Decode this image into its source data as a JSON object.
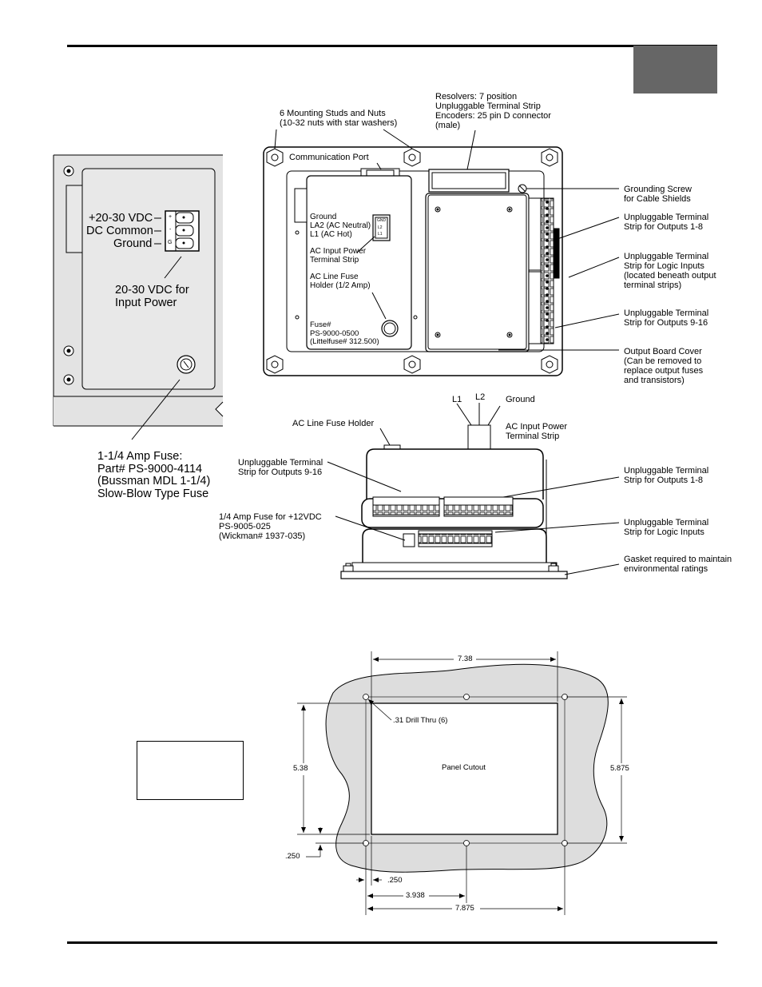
{
  "inset": {
    "vdc_label": "+20-30 VDC",
    "common_label": "DC Common",
    "ground_label": "Ground",
    "pin_plus": "+",
    "pin_minus": "-",
    "pin_g": "G",
    "power_note": "20-30 VDC for\nInput Power",
    "fuse_note": "1-1/4 Amp Fuse:\nPart# PS-9000-4114\n(Bussman MDL 1-1/4)\nSlow-Blow Type Fuse"
  },
  "rear_view": {
    "studs": "6 Mounting Studs and Nuts\n(10-32 nuts with star washers)",
    "resolvers": "Resolvers: 7 position\nUnpluggable Terminal Strip\nEncoders: 25 pin D connector\n(male)",
    "comm_port": "Communication Port",
    "ground_screw": "Grounding Screw\nfor Cable Shields",
    "outputs_1_8": "Unpluggable Terminal\nStrip for Outputs 1-8",
    "logic_inputs": "Unpluggable Terminal\nStrip for Logic Inputs\n(located beneath output\nterminal strips)",
    "outputs_9_16": "Unpluggable Terminal\nStrip for Outputs 9-16",
    "board_cover": "Output Board Cover\n(Can be removed to\nreplace output fuses\nand transistors)",
    "ac_terminals": "Ground\nLA2 (AC Neutral)\nL1 (AC Hot)",
    "term_gnd": "GND",
    "term_l2": "L2",
    "term_l1": "L1",
    "ac_strip": "AC Input Power\nTerminal Strip",
    "fuse_holder": "AC Line Fuse\nHolder (1/2 Amp)",
    "fuse_part": "Fuse#\nPS-9000-0500\n(Littelfuse# 312.500)"
  },
  "side_view": {
    "l1": "L1",
    "l2": "L2",
    "ground": "Ground",
    "ac_fuse_holder": "AC Line Fuse Holder",
    "ac_strip": "AC Input Power\nTerminal Strip",
    "outputs_9_16": "Unpluggable Terminal\nStrip for Outputs 9-16",
    "outputs_1_8": "Unpluggable Terminal\nStrip for Outputs 1-8",
    "fuse_12v": "1/4 Amp Fuse for +12VDC\nPS-9005-025\n(Wickman# 1937-035)",
    "logic_inputs": "Unpluggable Terminal\nStrip for Logic Inputs",
    "gasket": "Gasket required to maintain\nenvironmental ratings"
  },
  "cutout": {
    "width_top": "7.38",
    "drill": ".31 Drill Thru (6)",
    "height_left": "5.38",
    "panel_cutout": "Panel Cutout",
    "height_right": "5.875",
    "offset_v": ".250",
    "offset_h": ".250",
    "half_width": "3.938",
    "full_width": "7.875"
  }
}
